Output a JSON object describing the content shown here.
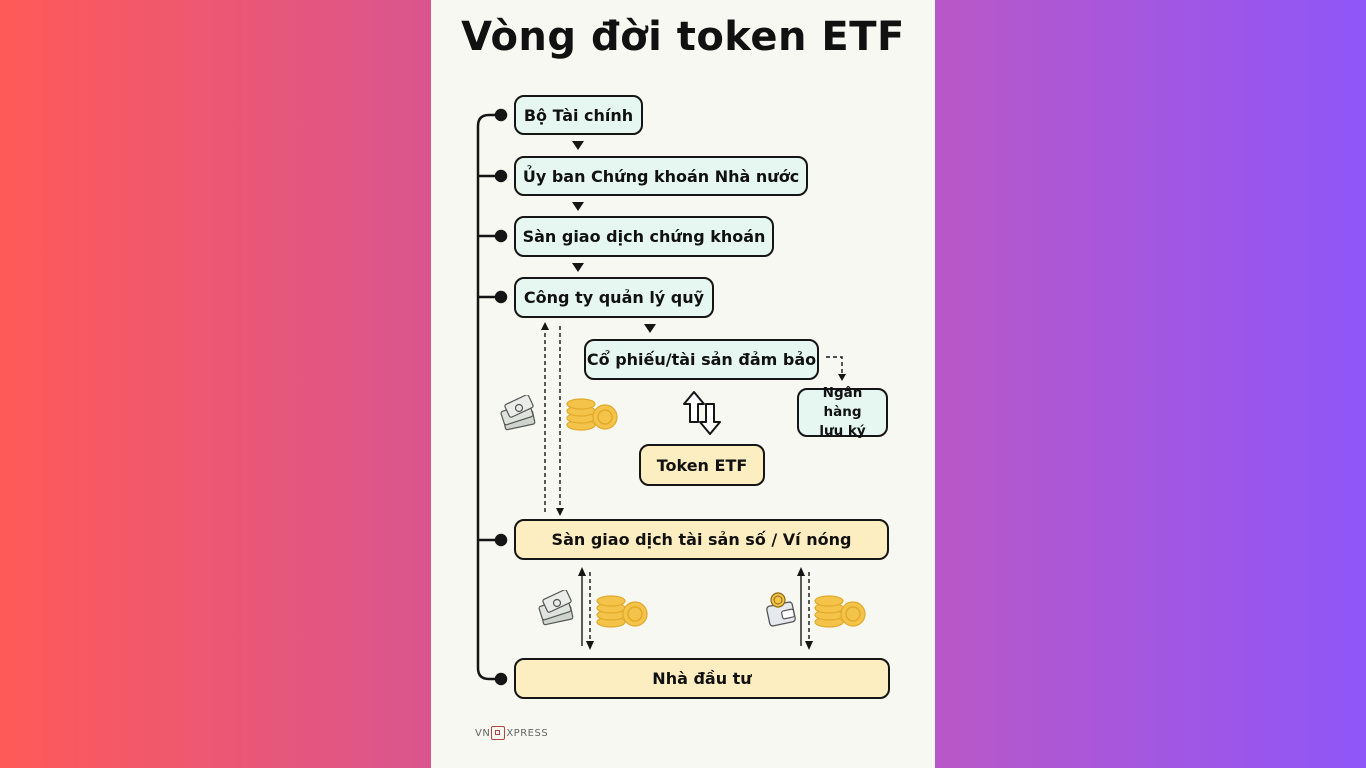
{
  "title": "Vòng đời token ETF",
  "nodes": {
    "ministry": "Bộ Tài chính",
    "commission": "Ủy ban Chứng khoán Nhà nước",
    "exchange": "Sàn giao dịch chứng khoán",
    "fund_manager": "Công ty quản lý quỹ",
    "assets": "Cổ phiếu/tài sản đảm bảo",
    "custodian_line1": "Ngân hàng",
    "custodian_line2": "lưu ký",
    "token": "Token ETF",
    "digital_exchange": "Sàn giao dịch tài sản số / Ví nóng",
    "investor": "Nhà đầu tư"
  },
  "logo": {
    "left": "VN",
    "right": "XPRESS"
  },
  "icons": [
    "cash-stack-icon",
    "gold-coins-icon",
    "wallet-icon",
    "swap-arrows-icon"
  ],
  "colors": {
    "node_mint": "#e6f7f1",
    "node_cream": "#fdeec1",
    "coin_gold": "#f4c44a",
    "line": "#151515",
    "logo_red": "#b5443f"
  }
}
